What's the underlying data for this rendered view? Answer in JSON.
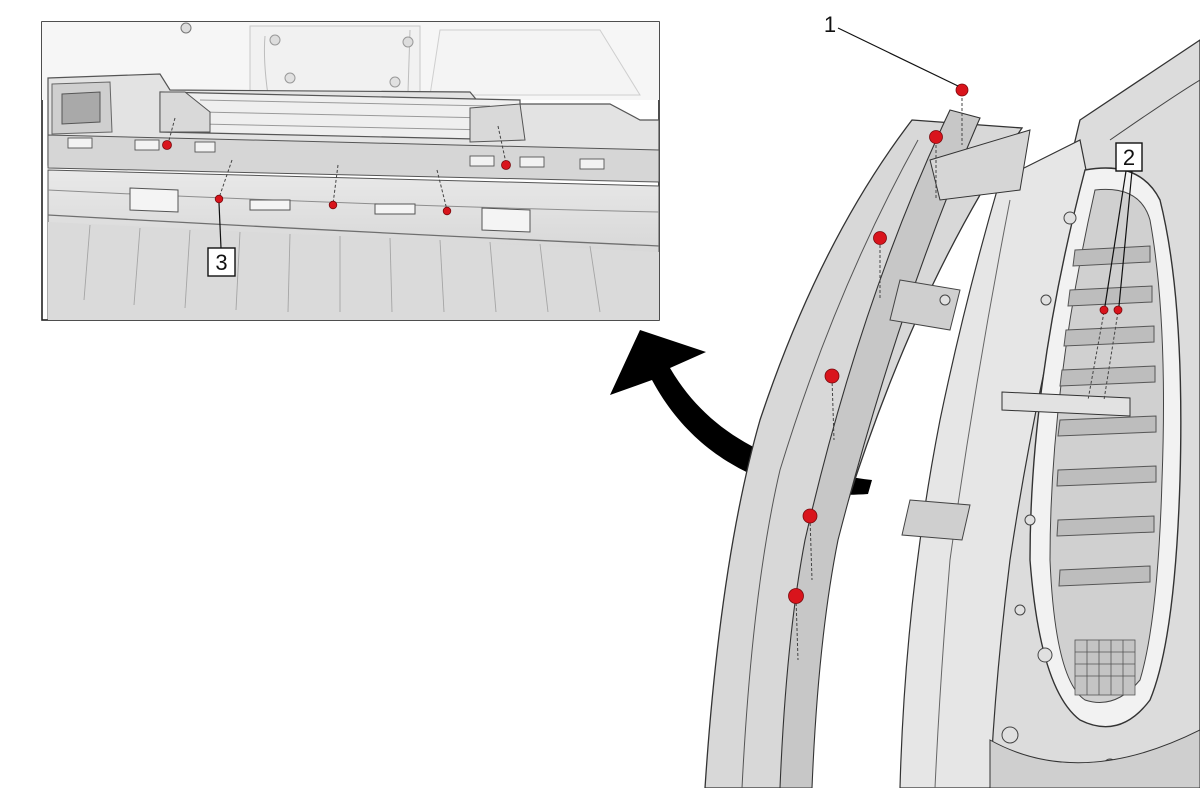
{
  "callouts": [
    {
      "id": "1",
      "label": "1"
    },
    {
      "id": "2",
      "label": "2"
    },
    {
      "id": "3",
      "label": "3"
    }
  ],
  "colors": {
    "fastener": "#d9141c",
    "panel_light": "#ececec",
    "panel_mid": "#d7d7d7",
    "panel_dark": "#b9b9b9",
    "outline": "#3a3a3a",
    "arrow": "#000000"
  },
  "icons": {
    "fastener": "push-pin-retainer-icon",
    "arrow": "curved-arrow-icon"
  }
}
